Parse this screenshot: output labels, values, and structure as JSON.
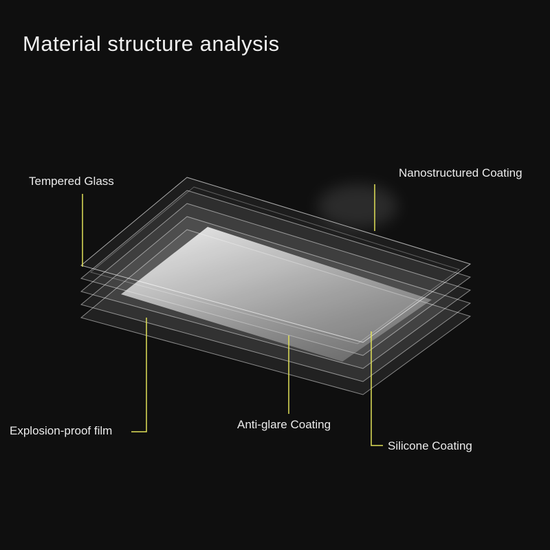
{
  "header": {
    "title": "Material structure analysis"
  },
  "callouts": [
    {
      "id": "tempered-glass",
      "label": "Tempered Glass"
    },
    {
      "id": "nanostructured-coating",
      "label": "Nanostructured Coating"
    },
    {
      "id": "explosion-proof-film",
      "label": "Explosion-proof film"
    },
    {
      "id": "anti-glare-coating",
      "label": "Anti-glare Coating"
    },
    {
      "id": "silicone-coating",
      "label": "Silicone Coating"
    }
  ],
  "diagram": {
    "layer_count": 5
  },
  "colors": {
    "background": "#0f0f0f",
    "label_text": "#ebebeb",
    "callout_line": "#e2e258",
    "glass_edge": "#ffffff"
  }
}
